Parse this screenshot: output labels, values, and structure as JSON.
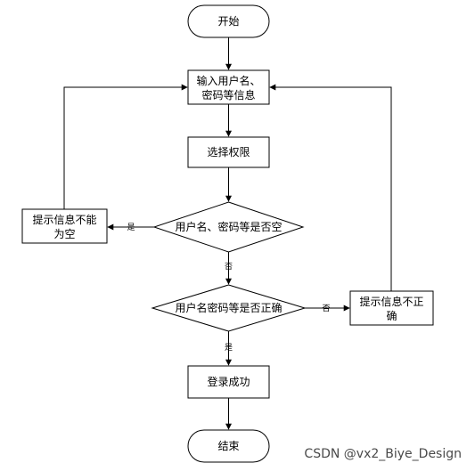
{
  "nodes": {
    "start": "开始",
    "input_l1": "输入用户名、",
    "input_l2": "密码等信息",
    "select": "选择权限",
    "check_empty": "用户名、密码等是否空",
    "empty_tip_l1": "提示信息不能",
    "empty_tip_l2": "为空",
    "check_correct": "用户名密码等是否正确",
    "wrong_tip_l1": "提示信息不正",
    "wrong_tip_l2": "确",
    "success": "登录成功",
    "end": "结束"
  },
  "edges": {
    "empty_yes": "是",
    "empty_no": "否",
    "correct_no": "否",
    "correct_yes": "是"
  },
  "watermark": "CSDN @vx2_Biye_Design"
}
